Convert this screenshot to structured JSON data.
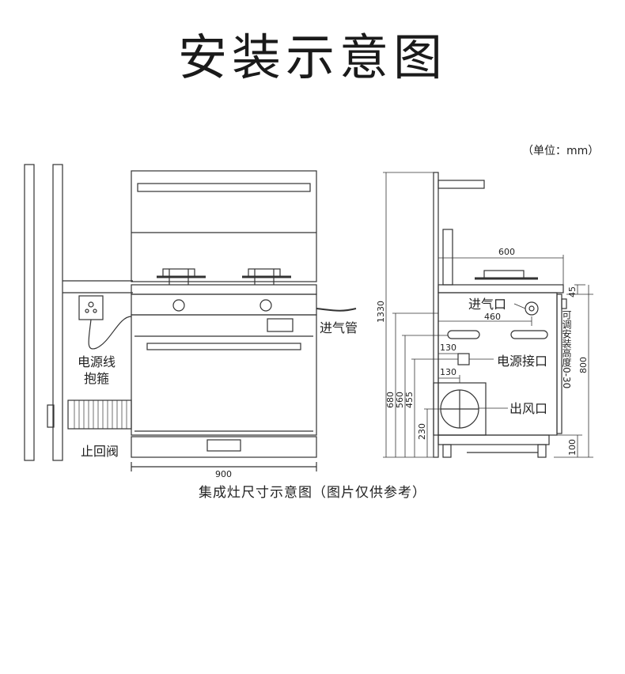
{
  "title": "安装示意图",
  "unit_note": "（单位：mm）",
  "caption": "集成灶尺寸示意图（图片仅供参考）",
  "labels": {
    "power_cord": "电源线",
    "clamp": "抱箍",
    "check_valve": "止回阀",
    "gas_inlet_pipe": "进气管",
    "gas_inlet": "进气口",
    "power_connector": "电源接口",
    "air_outlet": "出风口",
    "height_note": "可调安装高度0-30"
  },
  "dimensions": {
    "front_width": "900",
    "top_width": "600",
    "depth_460": "460",
    "offset_130a": "130",
    "offset_130b": "130",
    "total_height": "1330",
    "h680": "680",
    "h560": "560",
    "h455": "455",
    "h230": "230",
    "top_45": "45",
    "h800": "800",
    "h100": "100"
  }
}
